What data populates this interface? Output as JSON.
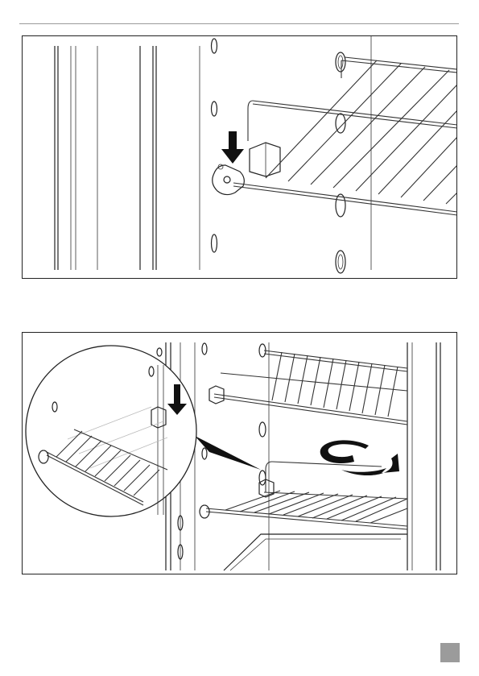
{
  "page": {
    "figures": [
      {
        "id": "figure-1",
        "content": "shelf-support-insertion"
      },
      {
        "id": "figure-2",
        "content": "shelf-tilt-and-rotate"
      }
    ],
    "colors": {
      "line": "#222222",
      "page_tab": "#9b9b9b",
      "rule": "#9a9a9a"
    },
    "icons": [
      "down-arrow-icon",
      "rotate-arrow-icon",
      "magnifier-callout-icon"
    ]
  }
}
